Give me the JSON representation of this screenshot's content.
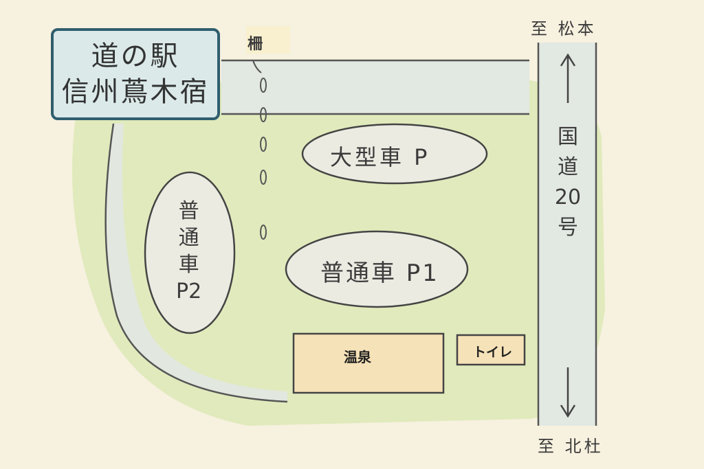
{
  "title": {
    "line1": "道の駅",
    "line2": "信州蔦木宿"
  },
  "fence_label": "柵",
  "parking": {
    "large": "大型車 P",
    "regular_p1": "普通車 P1",
    "regular_p2": [
      "普",
      "通",
      "車",
      "P2"
    ]
  },
  "buildings": {
    "onsen": "温泉",
    "toilet": "トイレ"
  },
  "route20": {
    "label_chars": [
      "国",
      "道",
      "20",
      "号"
    ]
  },
  "directions": {
    "north": "至 松本",
    "south": "至 北杜"
  },
  "colors": {
    "background": "#f7f1df",
    "grass": "#dce9b6",
    "road": "#e2e8e2",
    "lot": "#ecebe2",
    "onsen": "#f6e2b8",
    "title_bg": "#dbe9e9",
    "title_border": "#2f5e6e",
    "line": "#555555"
  }
}
